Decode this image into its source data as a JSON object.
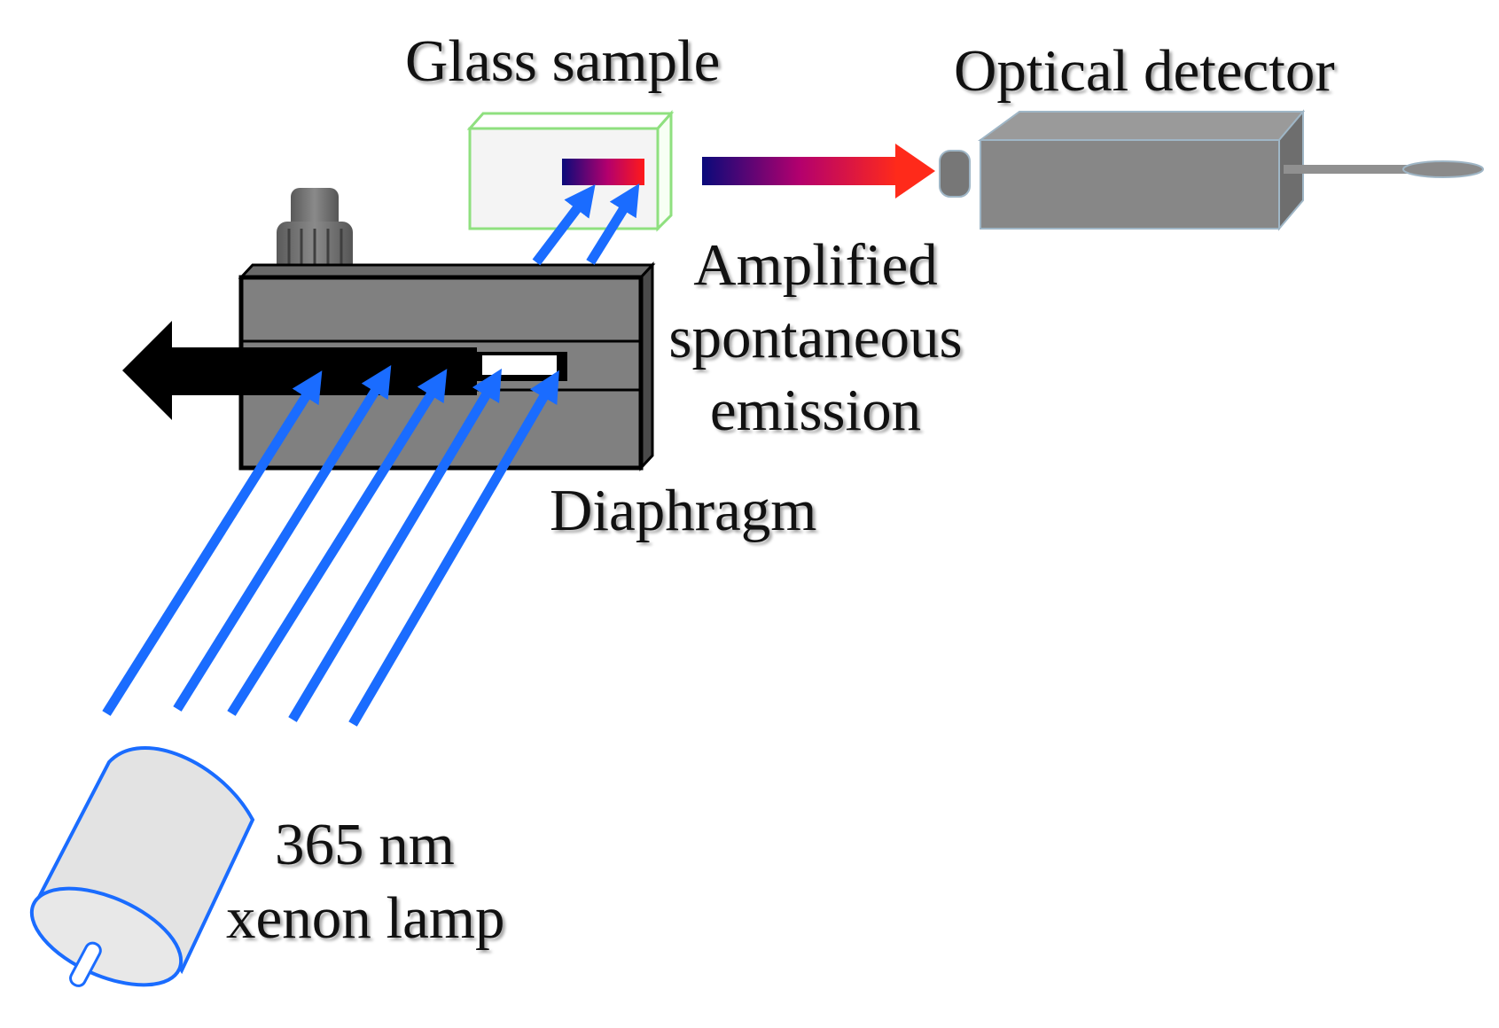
{
  "labels": {
    "glass_sample": "Glass sample",
    "optical_detector": "Optical detector",
    "ase_line1": "Amplified",
    "ase_line2": "spontaneous",
    "ase_line3": "emission",
    "diaphragm": "Diaphragm",
    "lamp_line1": "365 nm",
    "lamp_line2": "xenon lamp"
  },
  "colors": {
    "pump_beam": "#1a6cff",
    "housing": "#808080",
    "housing_dark": "#555555",
    "sample_border": "#8fe07f",
    "lamp_body": "#e3e3e3",
    "lamp_outline": "#1a6cff",
    "emission_start": "#0a0a7a",
    "emission_mid": "#b3006e",
    "emission_end": "#ff2a1a",
    "direction_arrow": "#000000"
  }
}
